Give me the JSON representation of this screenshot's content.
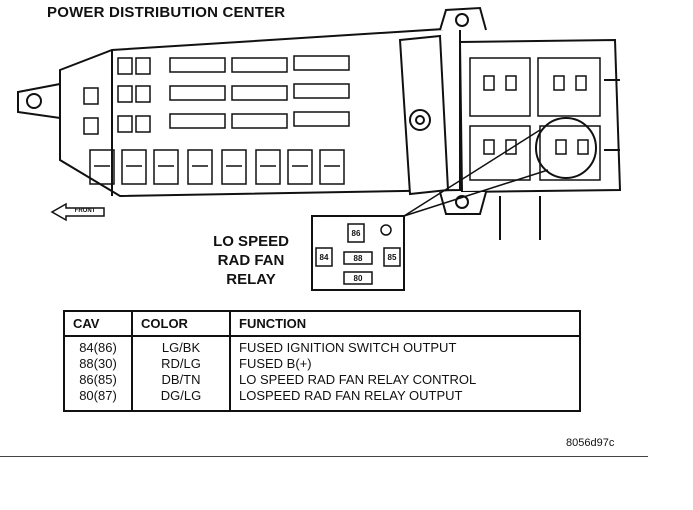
{
  "title": "POWER DISTRIBUTION CENTER",
  "front_label": "FRONT",
  "relay_title": [
    "LO SPEED",
    "RAD FAN",
    "RELAY"
  ],
  "relay_pins": [
    "86",
    "84",
    "88",
    "85",
    "80"
  ],
  "table": {
    "headers": [
      "CAV",
      "COLOR",
      "FUNCTION"
    ],
    "cav": [
      "84(86)",
      "88(30)",
      "86(85)",
      "80(87)"
    ],
    "color": [
      "LG/BK",
      "RD/LG",
      "DB/TN",
      "DG/LG"
    ],
    "function": [
      "FUSED IGNITION SWITCH OUTPUT",
      "FUSED B(+)",
      "LO SPEED RAD FAN RELAY CONTROL",
      "LOSPEED RAD FAN RELAY OUTPUT"
    ]
  },
  "figure_code": "8056d97c"
}
